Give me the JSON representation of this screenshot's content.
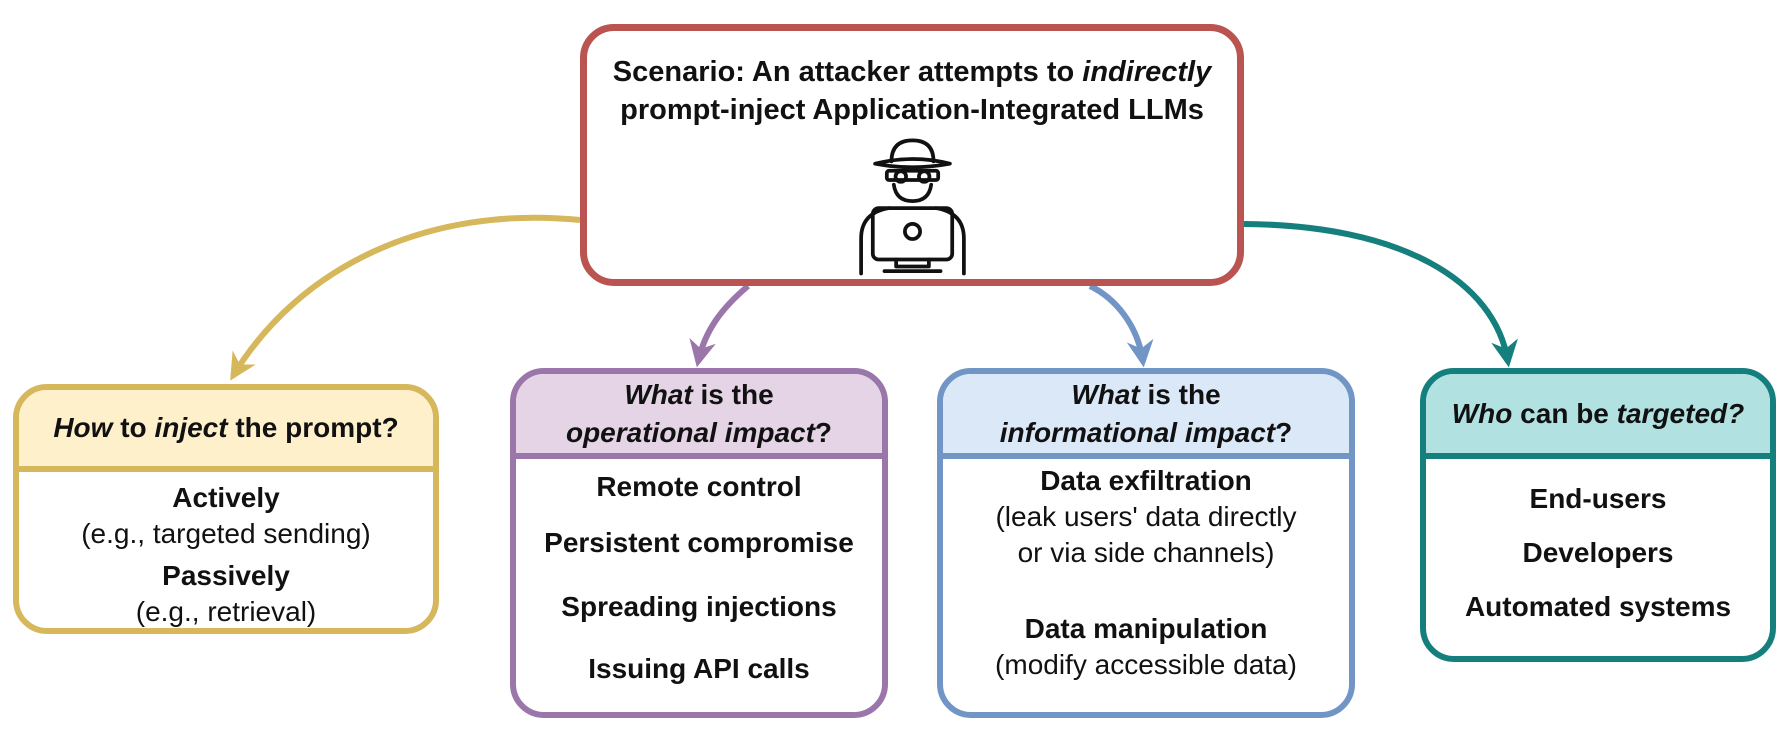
{
  "scenario": {
    "line1_prefix": "Scenario: An attacker attempts to ",
    "line1_em": "indirectly",
    "line2": "prompt-inject Application-Integrated LLMs",
    "icon": "hacker-icon"
  },
  "inject": {
    "hdr_em1": "How",
    "hdr_mid": " to ",
    "hdr_em2": "inject",
    "hdr_rest": " the prompt?",
    "items": [
      {
        "title": "Actively",
        "note": "(e.g., targeted sending)"
      },
      {
        "title": "Passively",
        "note": "(e.g., retrieval)"
      }
    ]
  },
  "operational": {
    "hdr_em1": "What",
    "hdr_rest1": " is the",
    "hdr_em2": "operational impact",
    "hdr_rest2": "?",
    "items": [
      "Remote control",
      "Persistent compromise",
      "Spreading injections",
      "Issuing API calls"
    ]
  },
  "informational": {
    "hdr_em1": "What",
    "hdr_rest1": " is the",
    "hdr_em2": "informational impact",
    "hdr_rest2": "?",
    "items": [
      {
        "title": "Data exfiltration",
        "note1": "(leak users' data directly",
        "note2": "or via side channels)"
      },
      {
        "title": "Data manipulation",
        "note1": "(modify accessible data)"
      }
    ]
  },
  "targeted": {
    "hdr_em1": "Who",
    "hdr_mid": " can be ",
    "hdr_em2": "targeted?",
    "items": [
      "End-users",
      "Developers",
      "Automated systems"
    ]
  },
  "colors": {
    "scenario": "#B95450",
    "inject": "#D7B75B",
    "operational": "#9B76AA",
    "informational": "#7196C6",
    "targeted": "#157F7E"
  }
}
